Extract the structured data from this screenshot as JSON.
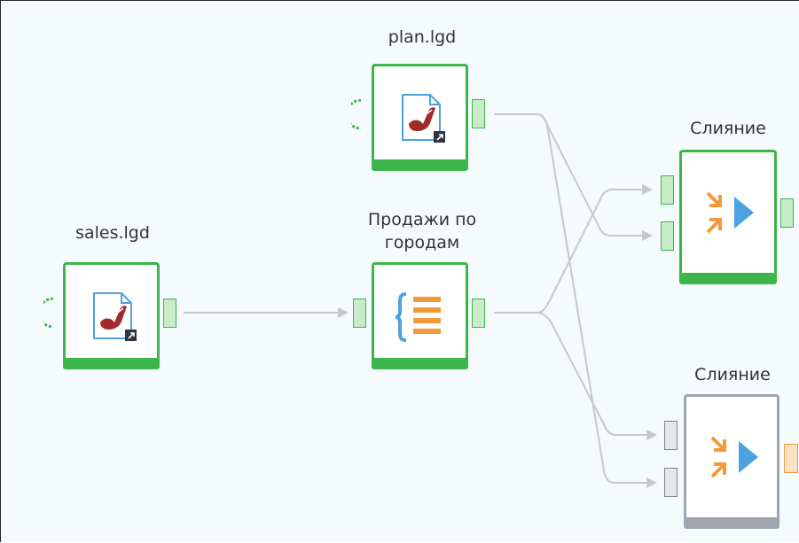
{
  "nodes": {
    "plan": {
      "title": "plan.lgd",
      "icon": "file-import-icon"
    },
    "sales": {
      "title": "sales.lgd",
      "icon": "file-import-icon"
    },
    "sales_by_city": {
      "title_line1": "Продажи по",
      "title_line2": "городам",
      "icon": "calculation-icon"
    },
    "merge_active": {
      "title": "Слияние",
      "icon": "merge-icon"
    },
    "merge_inactive": {
      "title": "Слияние",
      "icon": "merge-icon"
    }
  },
  "colors": {
    "active_border": "#3cb54a",
    "inactive_border": "#9ea4b0",
    "link": "#c8c8c8",
    "accent_orange": "#f29a3a",
    "accent_blue": "#4ea1e0"
  }
}
